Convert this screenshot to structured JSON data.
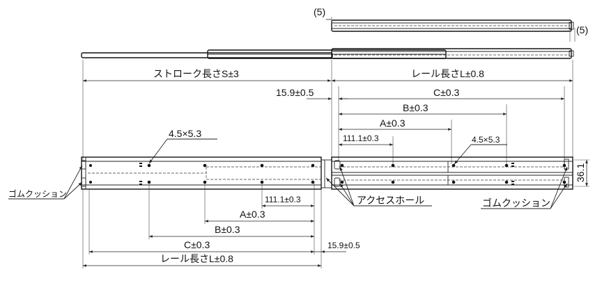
{
  "drawing": {
    "clearance_right_top": "(5)",
    "clearance_right_side": "(5)",
    "stroke_label": "ストローク長さS±3",
    "rail_length_top": "レール長さL±0.8",
    "offset_top": "15.9±0.5",
    "dim_c_top": "C±0.3",
    "dim_b_top": "B±0.3",
    "dim_a_top": "A±0.3",
    "dim_111_top": "111.1±0.3",
    "hole_top_right": "4.5×5.3",
    "hole_top_left": "4.5×5.3",
    "height_dim": "36.1",
    "rubber_cushion_left": "ゴムクッション",
    "access_hole": "アクセスホール",
    "rubber_cushion_right": "ゴムクッション",
    "dim_111_bottom": "111.1±0.3",
    "dim_a_bottom": "A±0.3",
    "dim_b_bottom": "B±0.3",
    "dim_c_bottom": "C±0.3",
    "offset_bottom": "15.9±0.5",
    "rail_length_bottom": "レール長さL±0.8"
  }
}
